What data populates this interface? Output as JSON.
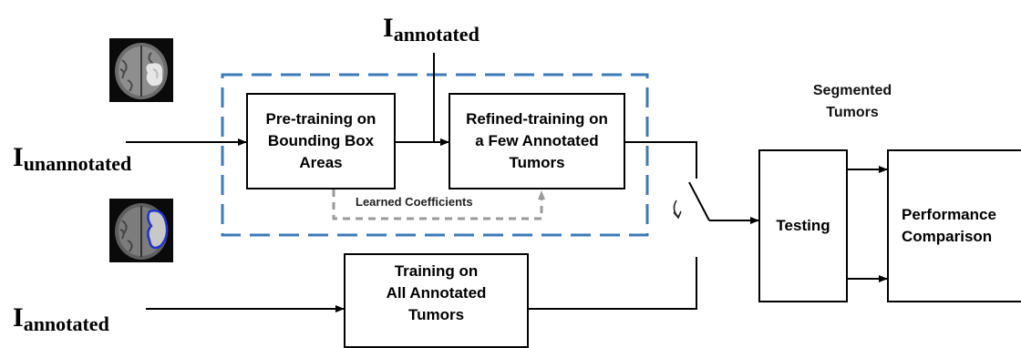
{
  "colors": {
    "dashed_region": "#3d7ab8",
    "coefficient_path": "#9a9a9a",
    "tumor_outline": "#2233cc"
  },
  "inputs": {
    "top_annotated": {
      "base": "I",
      "sub": "annotated"
    },
    "unannotated": {
      "base": "I",
      "sub": "unannotated"
    },
    "bottom_annotated": {
      "base": "I",
      "sub": "annotated"
    }
  },
  "images": {
    "top": "mri-brain-scan-highlighted-tumor",
    "bottom": "mri-brain-scan-outlined-tumor"
  },
  "boxes": {
    "pretraining": "Pre-training on\nBounding Box\nAreas",
    "refined": "Refined-training on\na Few Annotated\nTumors",
    "training_all": "Training on\nAll Annotated\nTumors",
    "testing": "Testing",
    "performance": "Performance\nComparison"
  },
  "labels": {
    "learned_coefficients": "Learned Coefficients",
    "segmented_tumors": "Segmented\nTumors"
  },
  "icons": {
    "switch": "switch-toggle-icon"
  }
}
